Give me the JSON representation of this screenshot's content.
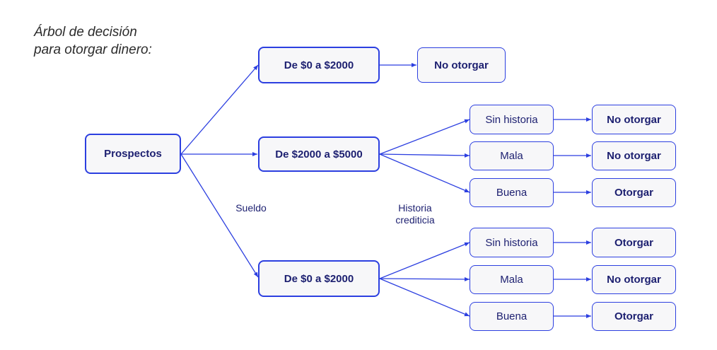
{
  "title": {
    "line1": "Árbol de decisión",
    "line2": "para otorgar dinero:"
  },
  "colors": {
    "accent": "#2c3fe0",
    "node_fill": "#f7f7f9",
    "text": "#1c1f70"
  },
  "root": {
    "label": "Prospectos"
  },
  "labels": {
    "sueldo": "Sueldo",
    "historia_1": "Historia",
    "historia_2": "crediticia"
  },
  "salary": [
    {
      "label": "De $0 a $2000",
      "decision": "No otorgar"
    },
    {
      "label": "De $2000 a $5000"
    },
    {
      "label": "De $0 a $2000"
    }
  ],
  "history_mid": [
    {
      "label": "Sin historia",
      "decision": "No otorgar"
    },
    {
      "label": "Mala",
      "decision": "No otorgar"
    },
    {
      "label": "Buena",
      "decision": "Otorgar"
    }
  ],
  "history_low": [
    {
      "label": "Sin historia",
      "decision": "Otorgar"
    },
    {
      "label": "Mala",
      "decision": "No otorgar"
    },
    {
      "label": "Buena",
      "decision": "Otorgar"
    }
  ]
}
